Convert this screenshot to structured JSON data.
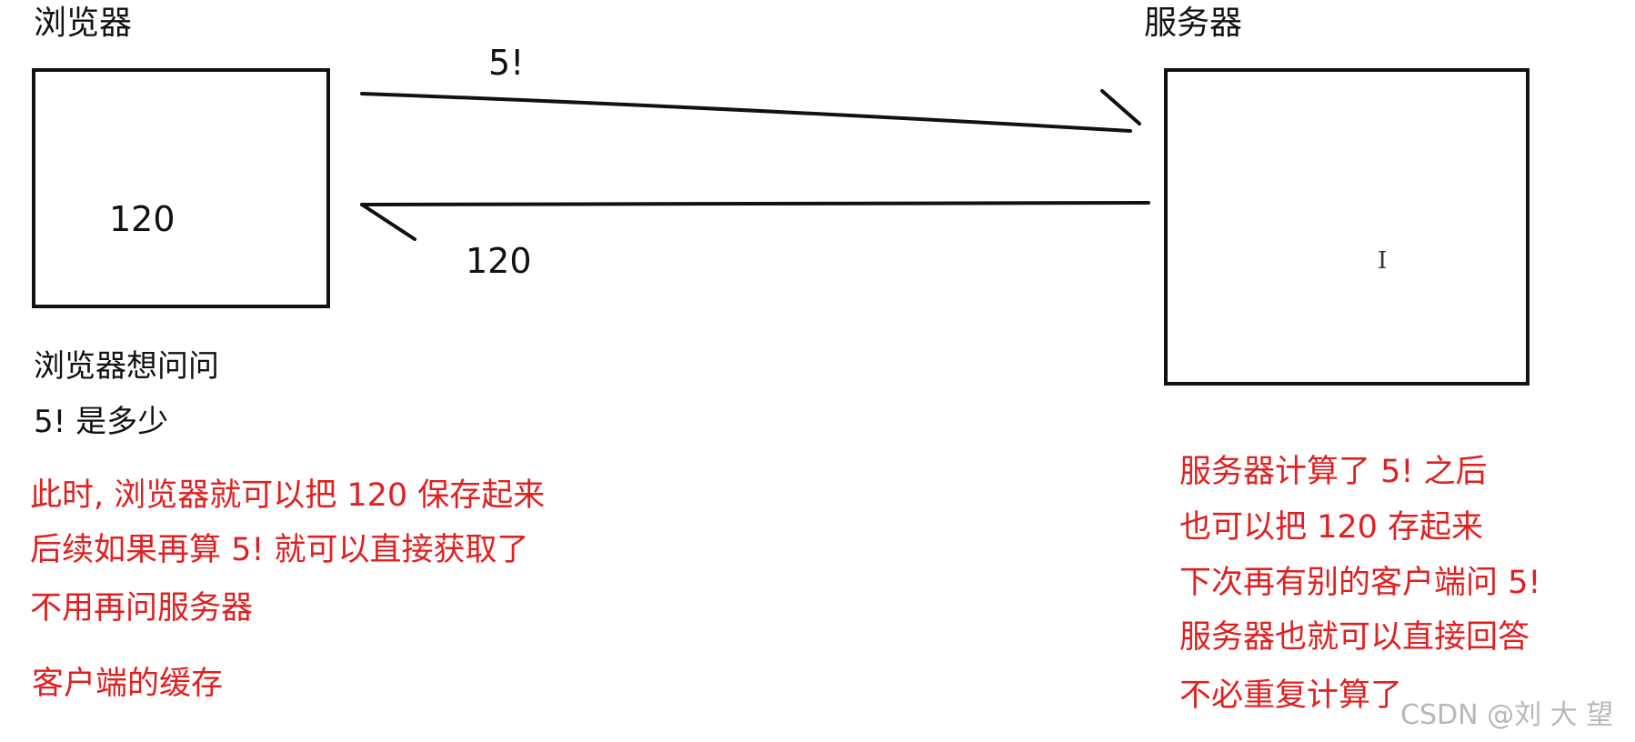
{
  "browser": {
    "title": "浏览器",
    "box_value": "120",
    "question_lines": [
      "浏览器想问问",
      "5! 是多少"
    ]
  },
  "server": {
    "title": "服务器",
    "cursor_glyph": "I"
  },
  "arrows": {
    "request_label": "5!",
    "response_label": "120"
  },
  "notes": {
    "client": [
      "此时, 浏览器就可以把 120 保存起来",
      "后续如果再算 5! 就可以直接获取了",
      "不用再问服务器"
    ],
    "client_cache": "客户端的缓存",
    "server": [
      "服务器计算了 5! 之后",
      "也可以把 120 存起来",
      "下次再有别的客户端问 5!",
      "服务器也就可以直接回答",
      "不必重复计算了"
    ]
  },
  "watermark": "CSDN @刘 大 望",
  "colors": {
    "ink": "#111111",
    "note_red": "#e02020",
    "watermark": "#b8b8b8"
  }
}
